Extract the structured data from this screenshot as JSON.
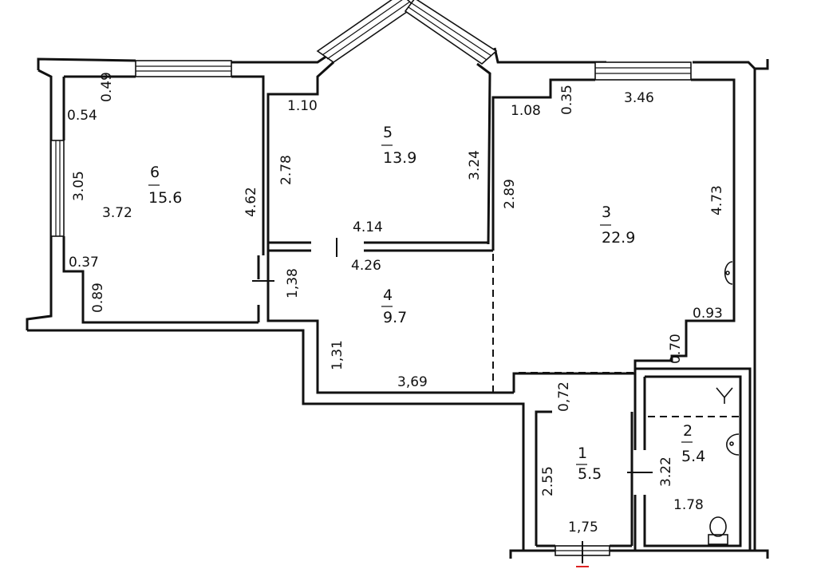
{
  "rooms": [
    {
      "id": "1",
      "area": "5.5"
    },
    {
      "id": "2",
      "area": "5.4"
    },
    {
      "id": "3",
      "area": "22.9"
    },
    {
      "id": "4",
      "area": "9.7"
    },
    {
      "id": "5",
      "area": "13.9"
    },
    {
      "id": "6",
      "area": "15.6"
    }
  ],
  "dimensions": {
    "r6_top": "0.49",
    "r6_corner": "0.54",
    "r6_window_height": "3.05",
    "r6_width": "3.72",
    "r6_right": "4.62",
    "r6_lower_offset": "0.37",
    "r6_bottom_left": "0.89",
    "r5_left_top": "1.10",
    "r5_left": "2.78",
    "r5_right": "3.24",
    "r5_bottom": "4.14",
    "r4_top": "4.26",
    "r4_left": "1,38",
    "r4_left_lower": "1,31",
    "r4_bottom": "3,69",
    "r3_left_top": "1.08",
    "r3_top_small": "0.35",
    "r3_top": "3.46",
    "r3_left": "2.89",
    "r3_right": "4.73",
    "r3_right_lower": "0.93",
    "r3_bottom_small": "0.70",
    "r1_top": "0,72",
    "r1_left": "2.55",
    "r1_bottom": "1,75",
    "r2_left": "3.22",
    "r2_bottom": "1.78"
  }
}
